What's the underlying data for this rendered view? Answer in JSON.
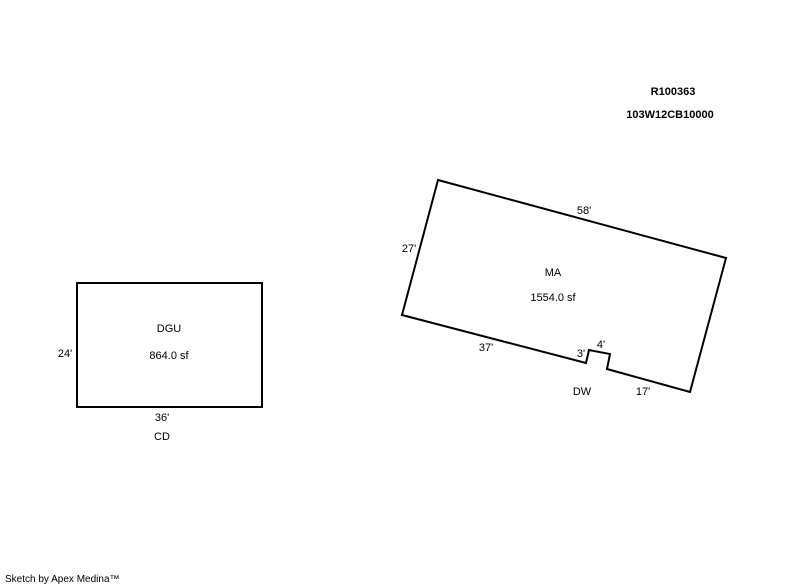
{
  "header": {
    "parcel_id": "R100363",
    "map_number": "103W12CB10000"
  },
  "main_area": {
    "code": "MA",
    "area": "1554.0 sf",
    "top_side": "58'",
    "left_side": "27'",
    "bottom_left_side": "37'",
    "notch_side": "3'",
    "notch_top": "4'",
    "bottom_right_side": "17'",
    "notch_code": "DW"
  },
  "garage": {
    "code": "DGU",
    "area": "864.0 sf",
    "left_side": "24'",
    "bottom_side": "36'",
    "bottom_code": "CD"
  },
  "footer": {
    "credit": "Sketch by Apex Medina™"
  }
}
